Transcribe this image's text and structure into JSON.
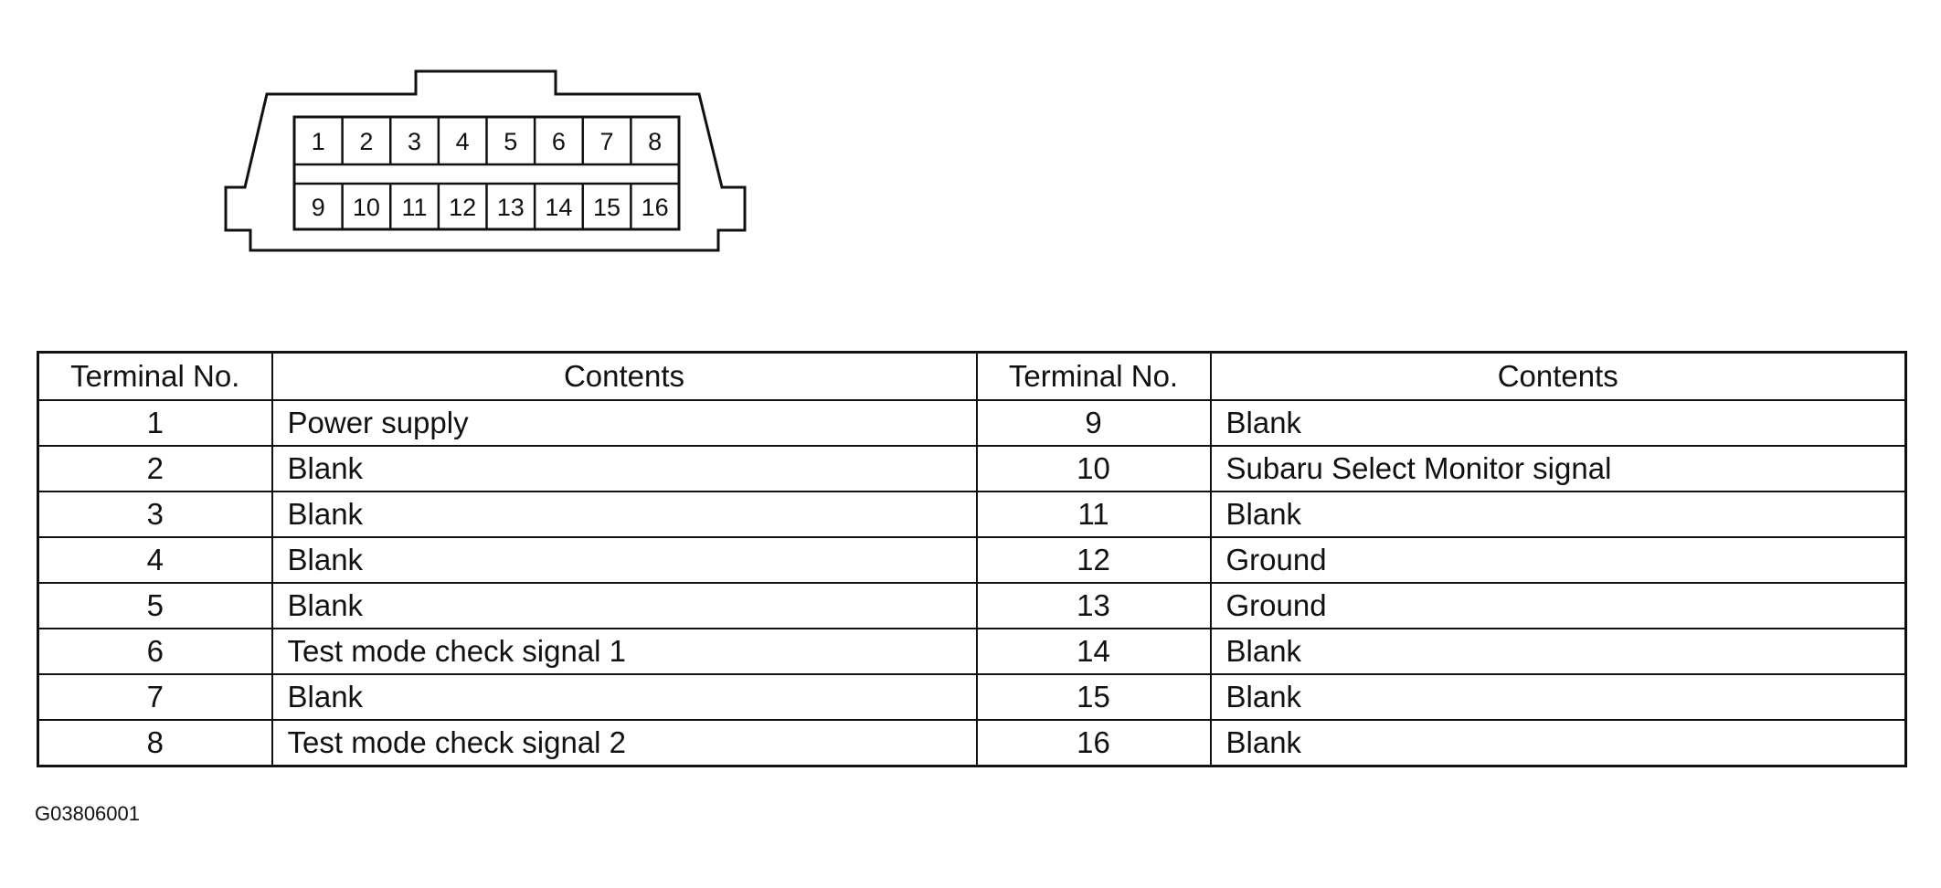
{
  "connector": {
    "top_row": [
      "1",
      "2",
      "3",
      "4",
      "5",
      "6",
      "7",
      "8"
    ],
    "bottom_row": [
      "9",
      "10",
      "11",
      "12",
      "13",
      "14",
      "15",
      "16"
    ]
  },
  "table": {
    "headers": [
      "Terminal No.",
      "Contents",
      "Terminal No.",
      "Contents"
    ],
    "rows": [
      [
        "1",
        "Power supply",
        "9",
        "Blank"
      ],
      [
        "2",
        "Blank",
        "10",
        "Subaru Select Monitor signal"
      ],
      [
        "3",
        "Blank",
        "11",
        "Blank"
      ],
      [
        "4",
        "Blank",
        "12",
        "Ground"
      ],
      [
        "5",
        "Blank",
        "13",
        "Ground"
      ],
      [
        "6",
        "Test mode check signal 1",
        "14",
        "Blank"
      ],
      [
        "7",
        "Blank",
        "15",
        "Blank"
      ],
      [
        "8",
        "Test mode check signal 2",
        "16",
        "Blank"
      ]
    ]
  },
  "figure_id": "G03806001"
}
